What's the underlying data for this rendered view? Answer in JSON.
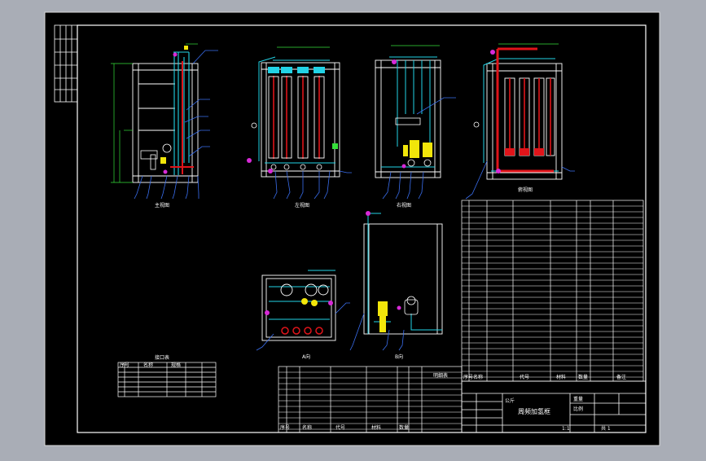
{
  "drawing": {
    "title_block": {
      "drawing_title": "周频加氢框",
      "unit_label": "公斤",
      "scale_label": "1:1",
      "sheet_label": "共 1",
      "ratio_label": "比例",
      "weight_label": "重量"
    },
    "view_labels": {
      "front": "主视图",
      "left": "左视图",
      "right": "右视图",
      "top": "俯视图",
      "aux_a": "A向",
      "aux_b": "B向",
      "bom_header_right": "明细表"
    },
    "bom_columns": [
      "序号",
      "名称",
      "代号",
      "材料",
      "数量",
      "备注"
    ],
    "small_table": {
      "title": "接口表",
      "columns": [
        "序号",
        "名称",
        "规格"
      ]
    },
    "colors": {
      "background": "#000000",
      "frame": "#ffffff",
      "pipe_cyan": "#22d3e6",
      "pipe_red": "#e0141a",
      "valve_yellow": "#f2e60a",
      "marker_magenta": "#d82ad8",
      "leader_blue": "#3a6ff0",
      "dimension_green": "#35e03a"
    }
  }
}
